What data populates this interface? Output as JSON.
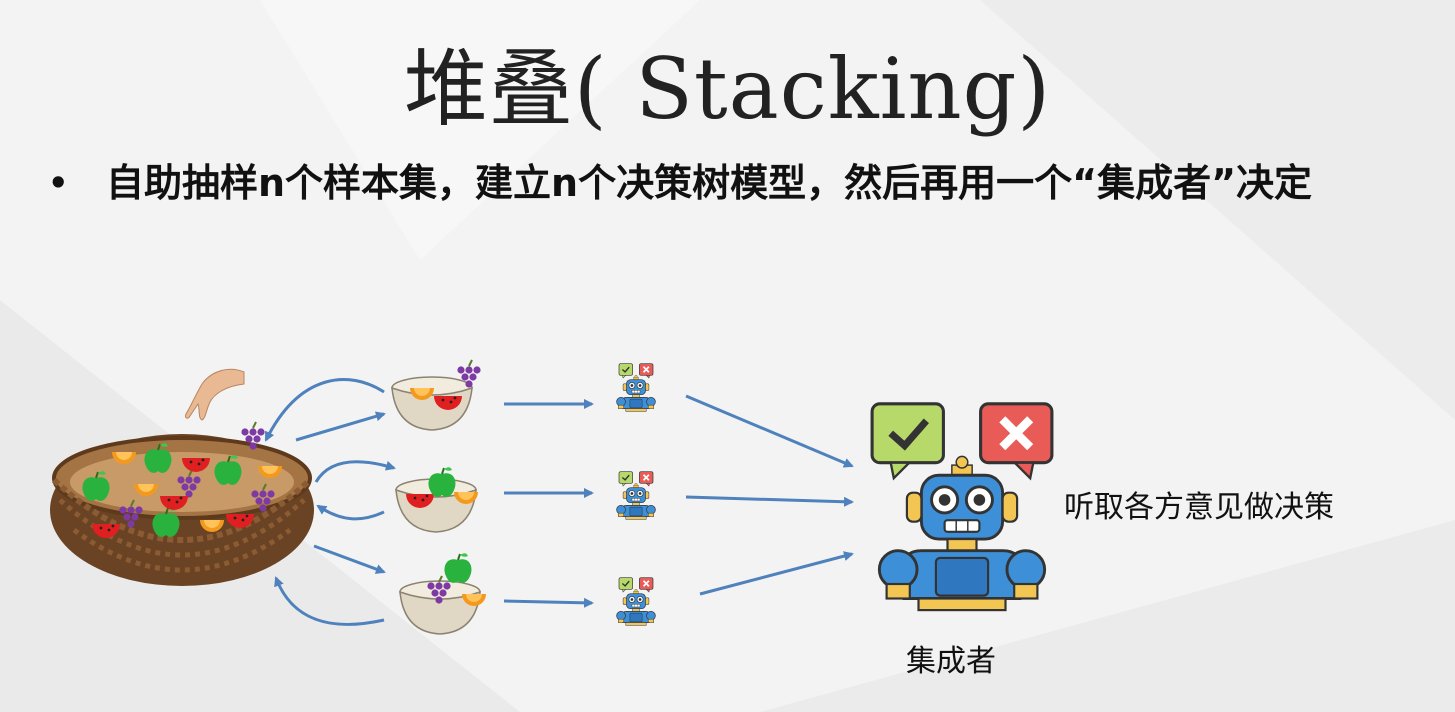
{
  "slide": {
    "title": "堆叠( Stacking)",
    "bullet": "自助抽样n个样本集，建立n个决策树模型，然后再用一个“集成者”决定",
    "integrator_caption": "集成者",
    "decision_caption": "听取各方意见做决策"
  },
  "icons": [
    "hand-icon",
    "basket-icon",
    "bowl-icon",
    "robot-icon",
    "check-icon",
    "cross-icon"
  ],
  "colors": {
    "arrow": "#4f81bd",
    "robot_blue": "#3d8fd8",
    "robot_yellow": "#f3c653",
    "bubble_green": "#b7d96a",
    "bubble_red": "#e85b57"
  }
}
